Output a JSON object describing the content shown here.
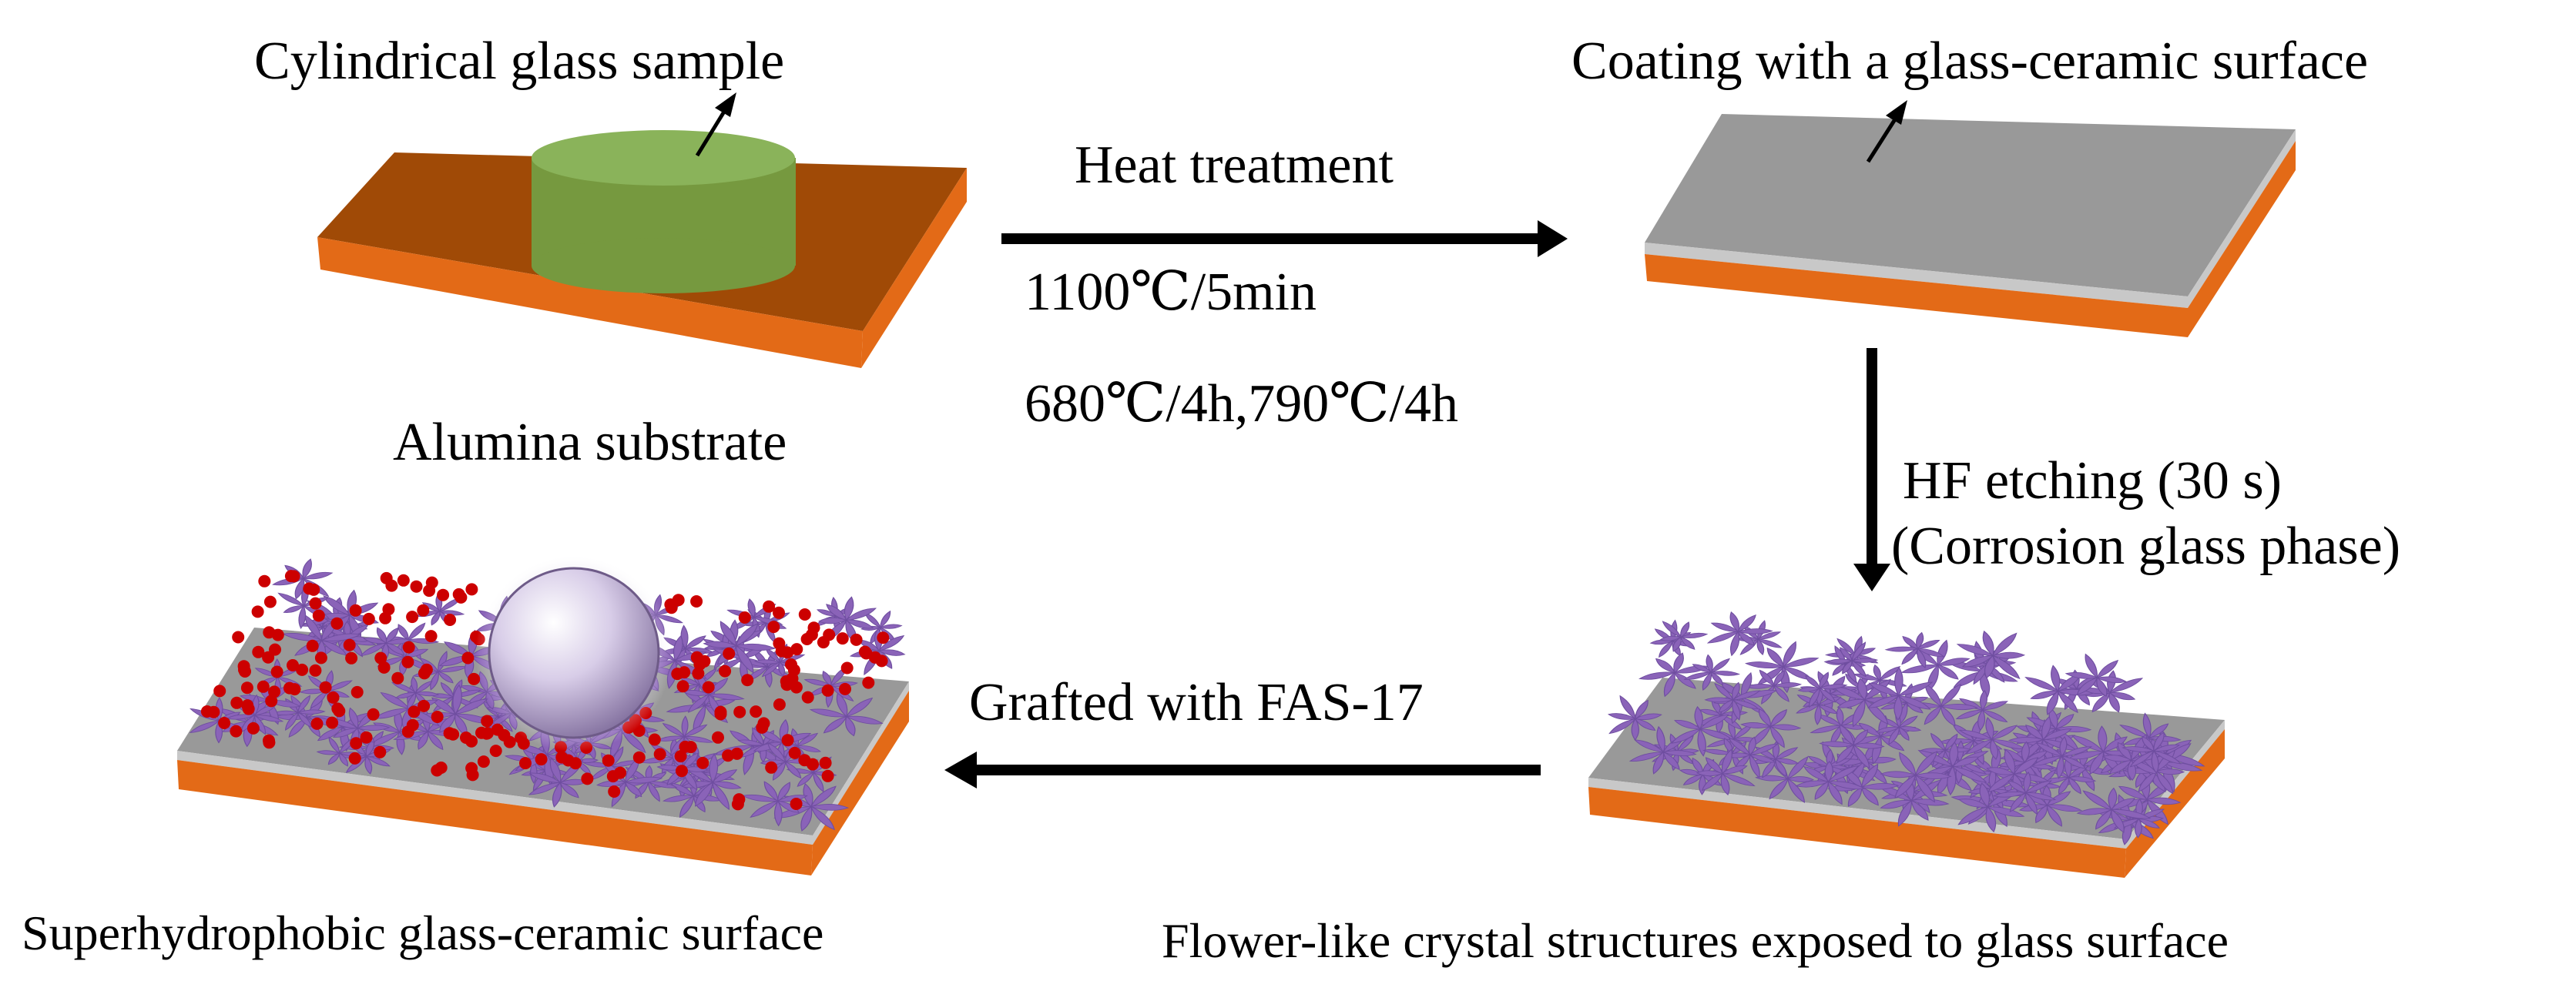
{
  "labels": {
    "cylindrical_glass_sample": "Cylindrical glass sample",
    "alumina_substrate": "Alumina substrate",
    "heat_treatment": "Heat treatment",
    "temp_1": "1100℃/5min",
    "temp_2": "680℃/4h,790℃/4h",
    "coating": "Coating with a glass-ceramic surface",
    "hf_etching": "HF etching (30 s)",
    "corrosion": "(Corrosion glass phase)",
    "grafted": "Grafted with FAS-17",
    "superhydrophobic": "Superhydrophobic glass-ceramic surface",
    "flower_like": "Flower-like crystal structures exposed to glass surface"
  },
  "colors": {
    "alumina_top": "#a04a06",
    "alumina_side": "#e36a17",
    "glass_top": "#8ab35a",
    "glass_side": "#76993f",
    "coating_top": "#999999",
    "coating_side": "#c8c8c8",
    "crystal": "#8a63b8",
    "fas_dot": "#cc0000",
    "arrow": "#000000"
  }
}
